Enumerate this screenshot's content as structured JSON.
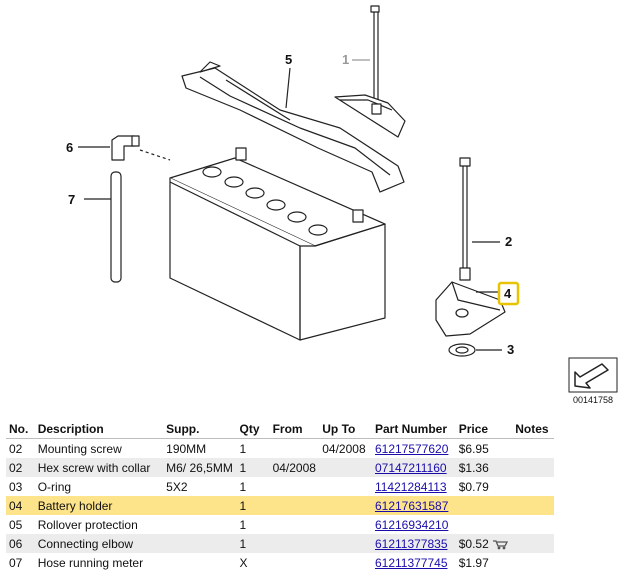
{
  "diagram": {
    "callouts": [
      "1",
      "2",
      "3",
      "4",
      "5",
      "6",
      "7"
    ],
    "image_id": "00141758",
    "highlight_color": "#e8c400"
  },
  "table": {
    "headers": {
      "no": "No.",
      "description": "Description",
      "supp": "Supp.",
      "qty": "Qty",
      "from": "From",
      "up_to": "Up To",
      "part_number": "Part Number",
      "price": "Price",
      "notes": "Notes"
    },
    "rows": [
      {
        "no": "02",
        "description": "Mounting screw",
        "supp": "190MM",
        "qty": "1",
        "from": "",
        "up_to": "04/2008",
        "part_number": "61217577620",
        "price": "$6.95",
        "notes": ""
      },
      {
        "no": "02",
        "description": "Hex screw with collar",
        "supp": "M6/ 26,5MM",
        "qty": "1",
        "from": "04/2008",
        "up_to": "",
        "part_number": "07147211160",
        "price": "$1.36",
        "notes": ""
      },
      {
        "no": "03",
        "description": "O-ring",
        "supp": "5X2",
        "qty": "1",
        "from": "",
        "up_to": "",
        "part_number": "11421284113",
        "price": "$0.79",
        "notes": ""
      },
      {
        "no": "04",
        "description": "Battery holder",
        "supp": "",
        "qty": "1",
        "from": "",
        "up_to": "",
        "part_number": "61217631587",
        "price": "",
        "notes": ""
      },
      {
        "no": "05",
        "description": "Rollover protection",
        "supp": "",
        "qty": "1",
        "from": "",
        "up_to": "",
        "part_number": "61216934210",
        "price": "",
        "notes": ""
      },
      {
        "no": "06",
        "description": "Connecting elbow",
        "supp": "",
        "qty": "1",
        "from": "",
        "up_to": "",
        "part_number": "61211377835",
        "price": "$0.52",
        "notes": "",
        "note_icon": "cart-icon"
      },
      {
        "no": "07",
        "description": "Hose running meter",
        "supp": "",
        "qty": "X",
        "from": "",
        "up_to": "",
        "part_number": "61211377745",
        "price": "$1.97",
        "notes": ""
      }
    ],
    "highlight_row_color": "#fde48a",
    "alt_row_color": "#ececec",
    "link_color": "#1a0dab"
  }
}
